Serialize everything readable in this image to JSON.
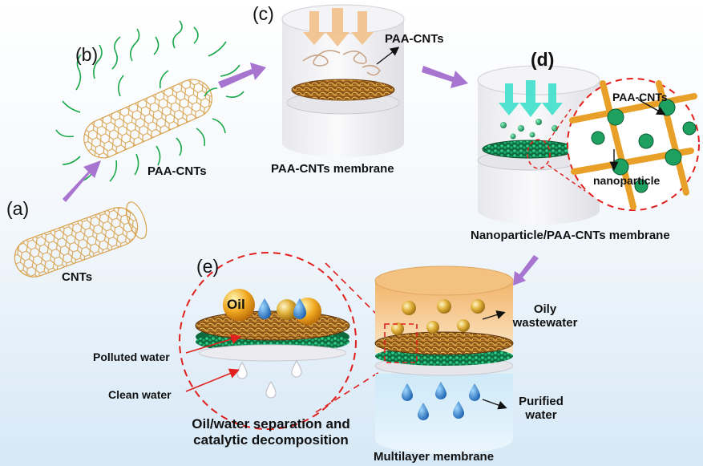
{
  "panels": {
    "a": "(a)",
    "b": "(b)",
    "c": "(c)",
    "d": "(d)",
    "e": "(e)"
  },
  "labels": {
    "cnts": "CNTs",
    "paa_cnts_b": "PAA-CNTs",
    "paa_cnts_c": "PAA-CNTs",
    "paa_cnts_membrane": "PAA-CNTs membrane",
    "paa_cnts_d": "PAA-CNTs",
    "nanoparticle": "nanoparticle",
    "nanoparticle_membrane": "Nanoparticle/PAA-CNTs membrane",
    "oil": "Oil",
    "polluted_water": "Polluted water",
    "clean_water": "Clean water",
    "separation_line1": "Oil/water separation and",
    "separation_line2": "catalytic decomposition",
    "oily_line1": "Oily",
    "oily_line2": "wastewater",
    "purified_line1": "Purified",
    "purified_line2": "water",
    "multilayer_membrane": "Multilayer membrane"
  },
  "colors": {
    "nanotube": "#d4a04a",
    "polymer": "#1aa84a",
    "arrow": "#9a62c4",
    "flow_arrow_c": "#f2c28a",
    "flow_arrow_d": "#3fe0cc",
    "nanoparticle": "#1fa06a",
    "dashed": "#e0201c",
    "oil": "#e8a020",
    "water_drop": "#2a7fd0"
  },
  "icons": {
    "process_arrow": "purple-arrow-icon",
    "flow_arrow": "downward-flow-arrow-icon",
    "droplet": "water-droplet-icon"
  }
}
